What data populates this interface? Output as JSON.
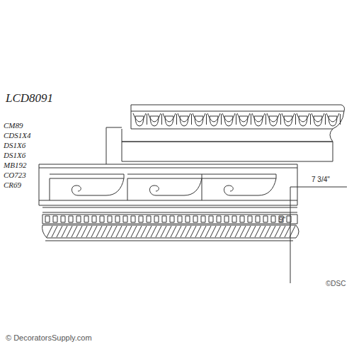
{
  "diagram": {
    "title": "LCD8091",
    "labels": [
      "CM89",
      "CDS1X4",
      "DS1X6",
      "DS1X6",
      "MB192",
      "CO723",
      "CR69",
      "7 3/4\"",
      "9\"",
      "©DSC",
      "© DecoratorsSupply.com"
    ]
  }
}
